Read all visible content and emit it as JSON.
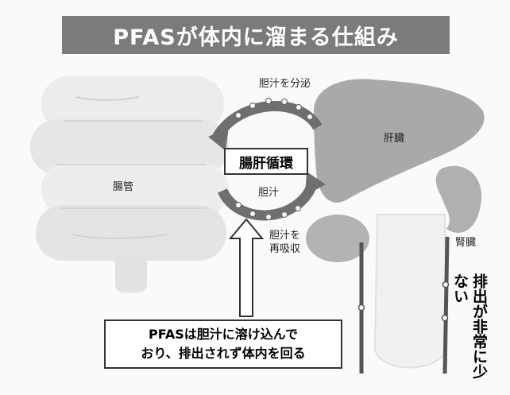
{
  "title": "PFASが体内に溜まる仕組み",
  "labels": {
    "bile_secrete": "胆汁を分泌",
    "liver": "肝臓",
    "intestine": "腸管",
    "bile": "胆汁",
    "reabsorb_line1": "胆汁を",
    "reabsorb_line2": "再吸収",
    "kidney": "腎臓",
    "cycle": "腸肝循環",
    "excretion": "排出が非常に少ない"
  },
  "callout": {
    "line1": "PFASは胆汁に溶け込んで",
    "line2": "おり、排出されず体内を回る"
  },
  "colors": {
    "title_bg": "#7b7b7b",
    "organ": "#a8a8a8",
    "intestine": "#e9e9e9",
    "arrow": "#6f6f6f",
    "tube": "#555555"
  }
}
